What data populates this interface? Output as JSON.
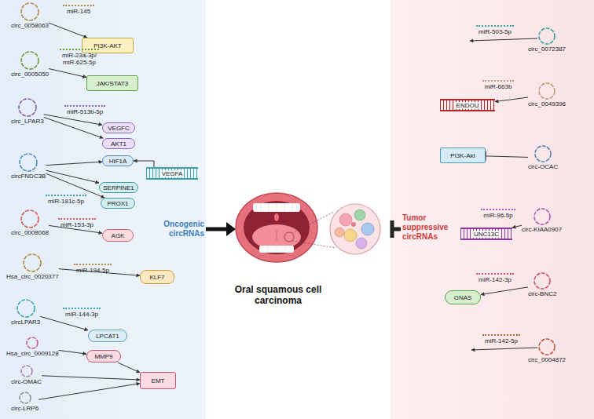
{
  "diagram": {
    "nodes": [
      {
        "text": [
          "circ_0058063"
        ]
      },
      {
        "text": [
          "PI3K-AKT"
        ]
      },
      {
        "text": [
          "circ_0005050"
        ]
      },
      {
        "text": [
          "JAK/STAT3"
        ]
      },
      {
        "text": [
          "circ_LPAR3"
        ]
      },
      {
        "text": [
          "VEGFC"
        ]
      },
      {
        "text": [
          "AKT1"
        ]
      },
      {
        "text": [
          "circFNDC3B"
        ]
      },
      {
        "text": [
          "HIF1A"
        ]
      },
      {
        "text": [
          "VEGFA"
        ]
      },
      {
        "text": [
          "SERPINE1"
        ]
      },
      {
        "text": [
          "PROX1"
        ]
      },
      {
        "text": [
          "circ_0008068"
        ]
      },
      {
        "text": [
          "AGK"
        ]
      },
      {
        "text": [
          "Hsa_circ_0020377"
        ]
      },
      {
        "text": [
          "KLF7"
        ]
      },
      {
        "text": [
          "circLPAR3"
        ]
      },
      {
        "text": [
          "LPCAT1"
        ]
      },
      {
        "text": [
          "Hsa_circ_0009128"
        ]
      },
      {
        "text": [
          "MMP9"
        ]
      },
      {
        "text": [
          "EMT"
        ]
      },
      {
        "text": [
          "circ-OMAC"
        ]
      },
      {
        "text": [
          "circ-LRP6"
        ]
      },
      {
        "text": [
          "circ_0072387"
        ]
      },
      {
        "text": [
          "circ_0049396"
        ]
      },
      {
        "text": [
          "ENDOU"
        ]
      },
      {
        "text": [
          "circ-OCAC"
        ]
      },
      {
        "text": [
          "PI3K-Akt"
        ]
      },
      {
        "text": [
          "circ-KIAA0907"
        ]
      },
      {
        "text": [
          "UNC13C"
        ]
      },
      {
        "text": [
          "circ-BNC2"
        ]
      },
      {
        "text": [
          "GNAS"
        ]
      },
      {
        "text": [
          "circ_0004872"
        ]
      }
    ],
    "edges": [
      {
        "from": 0,
        "to": 1,
        "arrow": "to"
      },
      {
        "from": 2,
        "to": 3,
        "arrow": "to"
      },
      {
        "from": 4,
        "to": 5,
        "arrow": "to"
      },
      {
        "from": 4,
        "to": 6,
        "arrow": "to"
      },
      {
        "from": 7,
        "to": 8,
        "arrow": "to"
      },
      {
        "from": 9,
        "to": 8,
        "arrow": "to"
      },
      {
        "from": 7,
        "to": 10,
        "arrow": "to"
      },
      {
        "from": 7,
        "to": 11,
        "arrow": "to"
      },
      {
        "from": 12,
        "to": 13,
        "arrow": "to"
      },
      {
        "from": 14,
        "to": 15,
        "arrow": "to"
      },
      {
        "from": 16,
        "to": 17,
        "arrow": "to"
      },
      {
        "from": 18,
        "to": 19,
        "arrow": "to"
      },
      {
        "from": 19,
        "to": 20,
        "arrow": "to"
      },
      {
        "from": 21,
        "to": 20,
        "arrow": "to"
      },
      {
        "from": 22,
        "to": 20,
        "arrow": "to"
      },
      {
        "from": 24,
        "to": 25,
        "arrow": "to"
      },
      {
        "from": 26,
        "to": 27,
        "arrow": "none"
      },
      {
        "from": 28,
        "to": 29,
        "arrow": "to"
      },
      {
        "from": 30,
        "to": 31,
        "arrow": "to"
      }
    ],
    "labels": [
      "miR-145",
      "miR-23a-3p/ miR-625-5p",
      "miR-513b-5p",
      "miR-181c-5p",
      "miR-153-3p",
      "miR-194-5p",
      "miR-144-3p",
      "Oncogenic circRNAs",
      "Oral squamous cell carcinoma",
      "Tumor suppressive circRNAs",
      "miR-503-5p",
      "miR-663b",
      "miR-96-5p",
      "miR-142-3p",
      "miR-142-5p"
    ]
  }
}
